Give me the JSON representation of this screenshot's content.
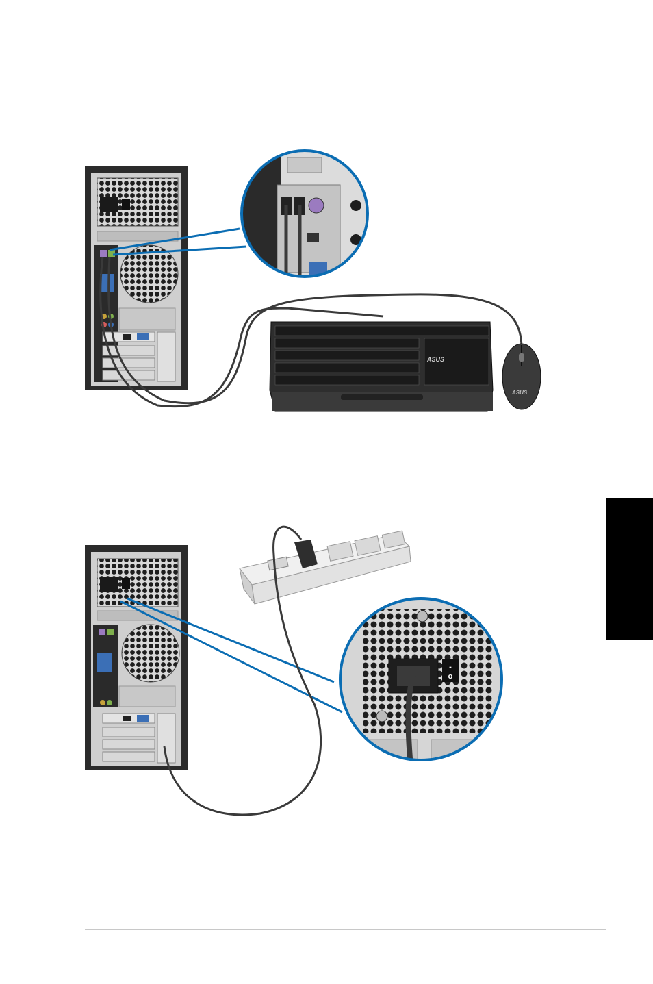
{
  "figures": [
    {
      "id": "keyboard-mouse-connection",
      "brand": "ASUS"
    },
    {
      "id": "power-cord-connection",
      "switch_on": "-",
      "switch_off": "o"
    }
  ],
  "colors": {
    "accent": "#0b6db3",
    "tab": "#000000",
    "chassis": "#2b2b2b",
    "metal": "#b9b9b9",
    "cable": "#3a3a3a",
    "purple_port": "#9b7bc0",
    "blue_port": "#3b6fb6"
  }
}
